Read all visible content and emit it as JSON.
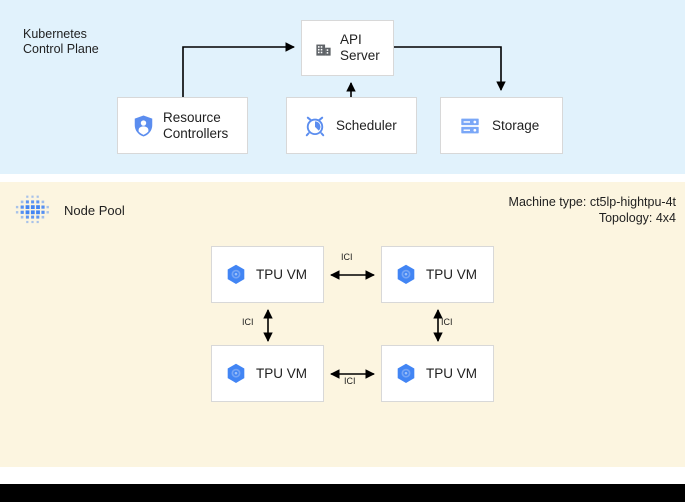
{
  "diagram": {
    "colors": {
      "control_plane_background": "#e1f2fc",
      "node_pool_background": "#fcf5e0",
      "box_background": "#ffffff",
      "box_border": "#d8d8d8",
      "accent_blue": "#4285f4",
      "icon_blue_light": "#8ab4f8",
      "icon_gray": "#5f6368",
      "connector": "#000000",
      "bottom_bar": "#000000"
    }
  },
  "control_plane": {
    "title": "Kubernetes\nControl Plane",
    "boxes": [
      {
        "id": "api-server",
        "label": "API\nServer",
        "icon": "building-icon"
      },
      {
        "id": "resource-controllers",
        "label": "Resource\nControllers",
        "icon": "shield-person-icon"
      },
      {
        "id": "scheduler",
        "label": "Scheduler",
        "icon": "alarm-clock-icon"
      },
      {
        "id": "storage",
        "label": "Storage",
        "icon": "database-rack-icon"
      }
    ]
  },
  "node_pool": {
    "title": "Node Pool",
    "icon": "node-pool-dots-icon",
    "meta": {
      "machine_type": "Machine type: ct5lp-hightpu-4t",
      "topology": "Topology: 4x4"
    },
    "vms": [
      {
        "id": "tpu-vm-0",
        "label": "TPU VM",
        "icon": "tpu-hexagon-icon"
      },
      {
        "id": "tpu-vm-1",
        "label": "TPU VM",
        "icon": "tpu-hexagon-icon"
      },
      {
        "id": "tpu-vm-2",
        "label": "TPU VM",
        "icon": "tpu-hexagon-icon"
      },
      {
        "id": "tpu-vm-3",
        "label": "TPU VM",
        "icon": "tpu-hexagon-icon"
      }
    ],
    "interconnects": [
      {
        "id": "ici-top",
        "label": "ICI"
      },
      {
        "id": "ici-bottom",
        "label": "ICI"
      },
      {
        "id": "ici-left",
        "label": "ICI"
      },
      {
        "id": "ici-right",
        "label": "ICI"
      }
    ]
  }
}
